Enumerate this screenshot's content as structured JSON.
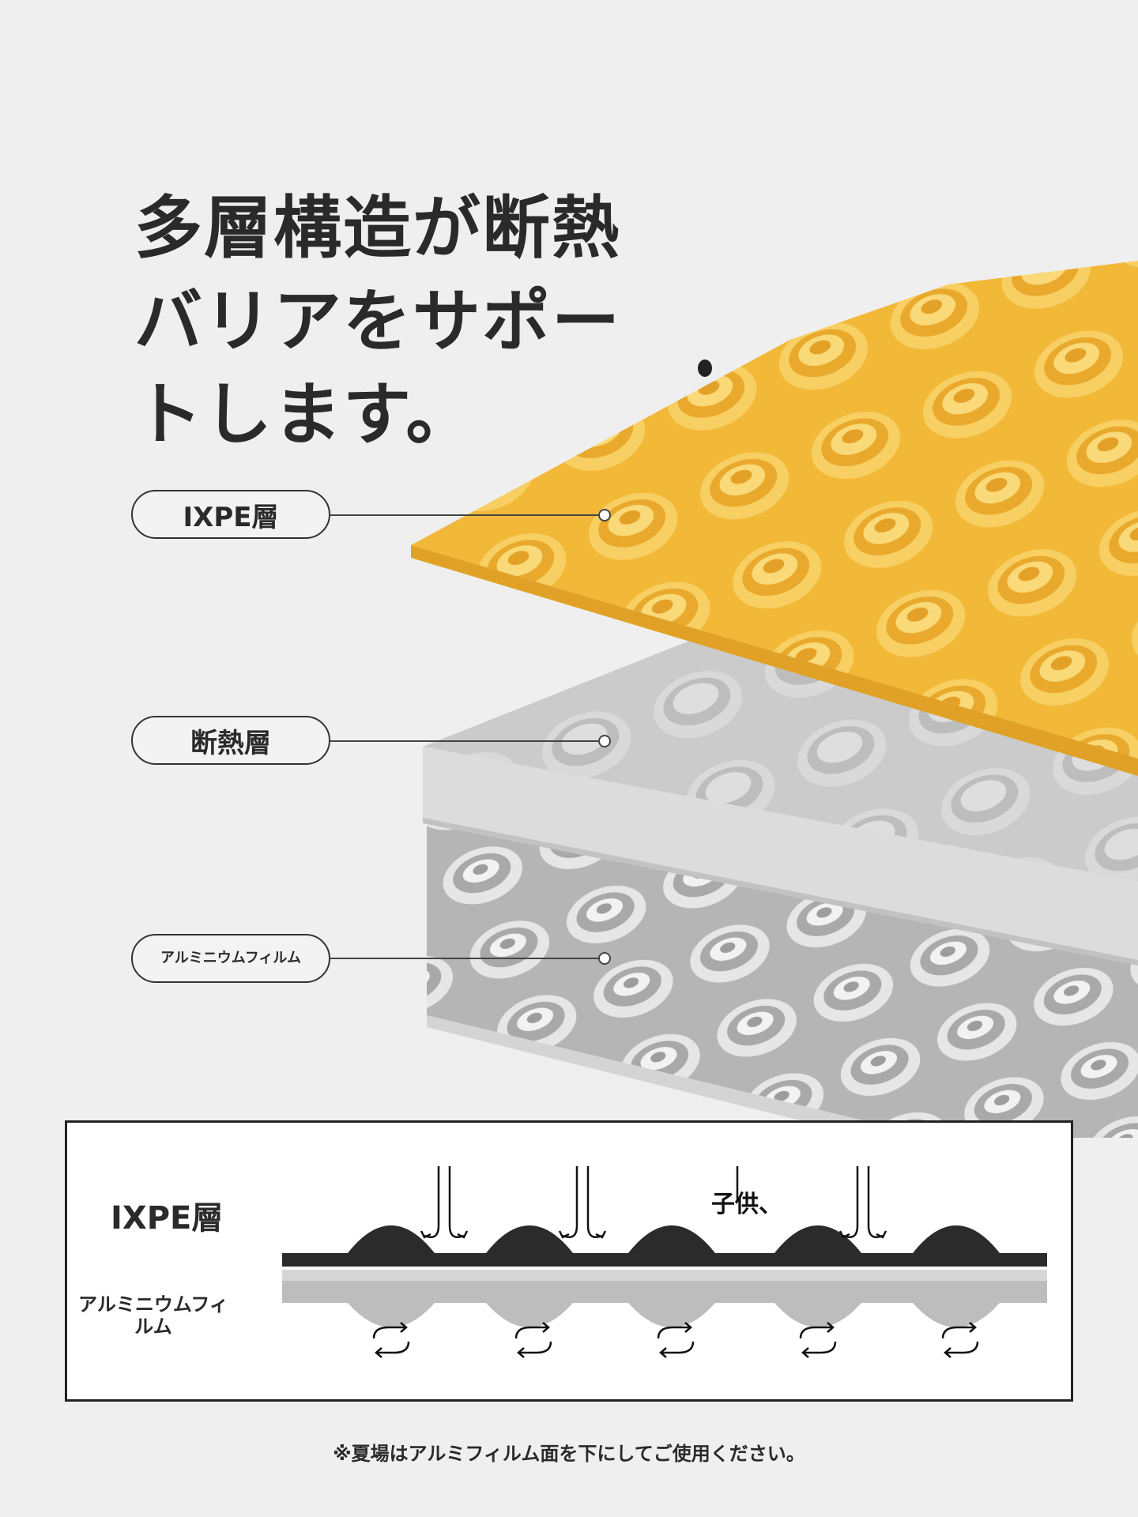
{
  "headline": "多層構造が断熱バリアをサポートします。",
  "layers": [
    {
      "label": "IXPE層"
    },
    {
      "label": "断熱層"
    },
    {
      "label": "アルミニウムフィルム"
    }
  ],
  "diagram": {
    "top_label": "IXPE層",
    "bottom_label": "アルミニウムフィルム",
    "inline_text": "子供、"
  },
  "footnote": "※夏場はアルミフィルム面を下にしてご使用ください。",
  "colors": {
    "background": "#efefef",
    "ixpe_layer": "#f2b838",
    "insulation_layer": "#c9c9c9",
    "aluminum_layer": "#b8b8b8",
    "text": "#2a2a2a"
  }
}
